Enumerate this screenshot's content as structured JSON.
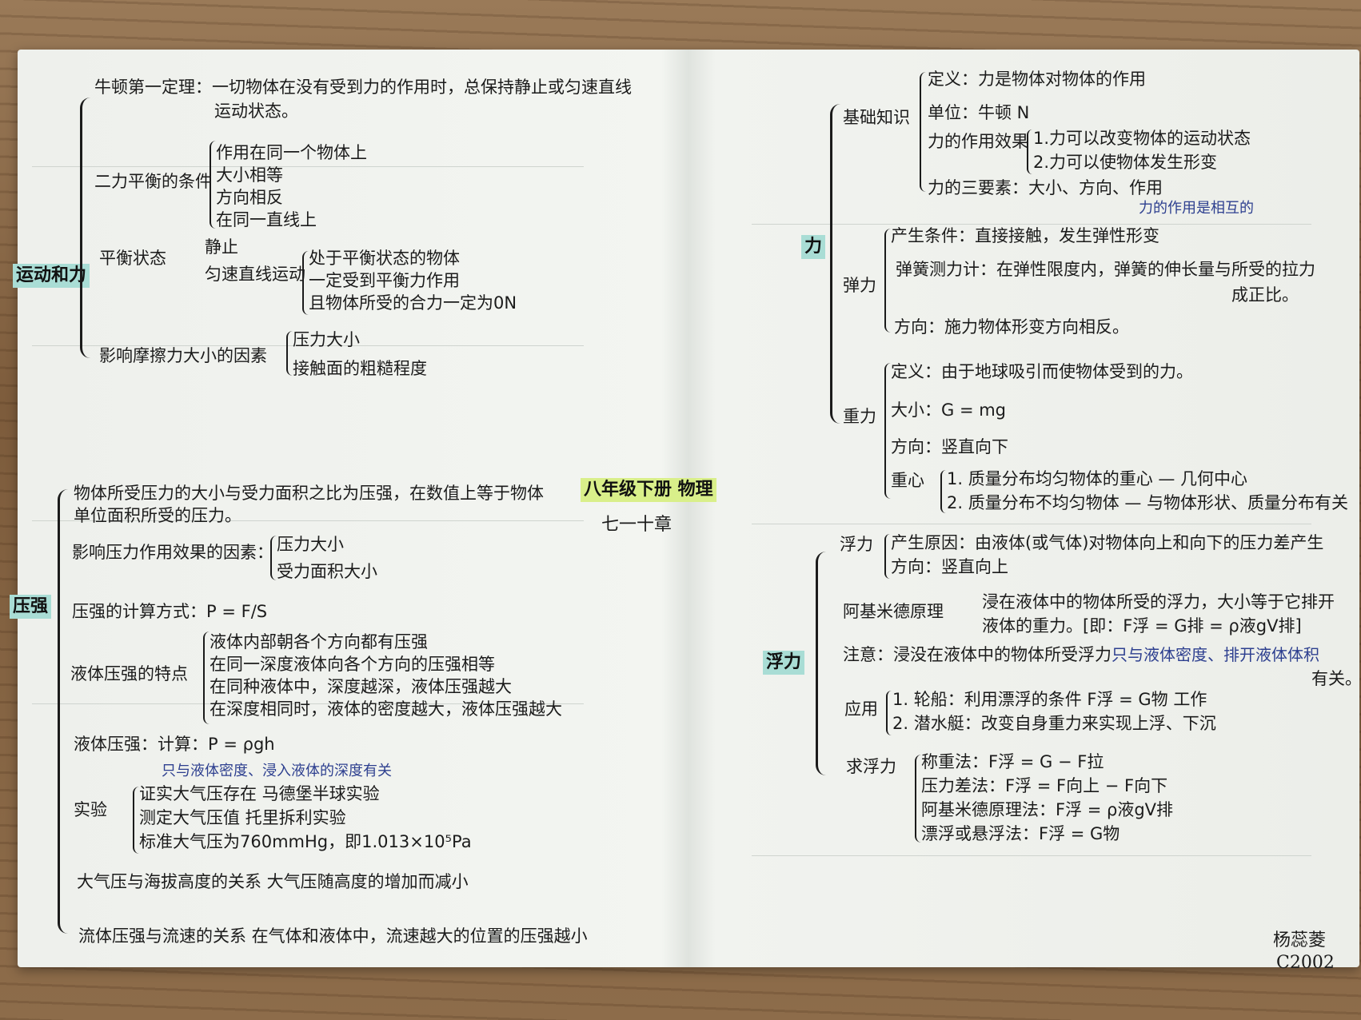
{
  "center": {
    "title": "八年级下册 物理",
    "chapters": "七一十章"
  },
  "motion": {
    "root": "运动和力",
    "newton": "牛顿第一定理：一切物体在没有受到力的作用时，总保持静止或匀速直线",
    "newton_cont": "运动状态。",
    "balance_label": "二力平衡的条件",
    "balance_items": [
      "作用在同一个物体上",
      "大小相等",
      "方向相反",
      "在同一直线上"
    ],
    "state_label": "平衡状态",
    "state_static": "静止",
    "state_uniform": "匀速直线运动",
    "state_items": [
      "处于平衡状态的物体",
      "一定受到平衡力作用",
      "且物体所受的合力一定为0N"
    ],
    "friction_label": "影响摩擦力大小的因素",
    "friction_items": [
      "压力大小",
      "接触面的粗糙程度"
    ]
  },
  "pressure": {
    "root": "压强",
    "def1": "物体所受压力的大小与受力面积之比为压强，在数值上等于物体",
    "def2": "单位面积所受的压力。",
    "effect_label": "影响压力作用效果的因素：",
    "effect_items": [
      "压力大小",
      "受力面积大小"
    ],
    "formula": "压强的计算方式：P = F/S",
    "liquid_label": "液体压强的特点",
    "liquid_items": [
      "液体内部朝各个方向都有压强",
      "在同一深度液体向各个方向的压强相等",
      "在同种液体中，深度越深，液体压强越大",
      "在深度相同时，液体的密度越大，液体压强越大"
    ],
    "liquid_calc": "液体压强：计算：P = ρgh",
    "liquid_note": "只与液体密度、浸入液体的深度有关",
    "exp_label": "实验",
    "exp_items": [
      "证实大气压存在    马德堡半球实验",
      "测定大气压值      托里拆利实验",
      "标准大气压为760mmHg，即1.013×10⁵Pa"
    ],
    "altitude": "大气压与海拔高度的关系    大气压随高度的增加而减小",
    "flow": "流体压强与流速的关系    在气体和液体中，流速越大的位置的压强越小"
  },
  "force": {
    "root": "力",
    "basic_label": "基础知识",
    "basic_def": "定义：力是物体对物体的作用",
    "basic_unit": "单位：牛顿 N",
    "effect_label": "力的作用效果",
    "effect_items": [
      "1.力可以改变物体的运动状态",
      "2.力可以使物体发生形变"
    ],
    "three": "力的三要素：大小、方向、作用",
    "mutual_note": "力的作用是相互的",
    "elastic_label": "弹力",
    "elastic_cond": "产生条件：直接接触，发生弹性形变",
    "spring1": "弹簧测力计：在弹性限度内，弹簧的伸长量与所受的拉力",
    "spring2": "成正比。",
    "elastic_dir": "方向：施力物体形变方向相反。",
    "gravity_label": "重力",
    "gravity_def": "定义：由于地球吸引而使物体受到的力。",
    "gravity_size": "大小：G = mg",
    "gravity_dir": "方向：竖直向下",
    "center_label": "重心",
    "center_items": [
      "1. 质量分布均匀物体的重心 — 几何中心",
      "2. 质量分布不均匀物体 — 与物体形状、质量分布有关"
    ]
  },
  "buoyancy": {
    "root": "浮力",
    "float_label": "浮力",
    "float_cause": "产生原因：由液体(或气体)对物体向上和向下的压力差产生",
    "float_dir": "方向：竖直向上",
    "arch_label": "阿基米德原理",
    "arch1": "浸在液体中的物体所受的浮力，大小等于它排开",
    "arch2": "液体的重力。[即：F浮 = G排 = ρ液gV排]",
    "note_prefix": "注意：浸没在液体中的物体所受浮力",
    "note_blue": "只与液体密度、排开液体体积",
    "note_end": "有关。",
    "app_label": "应用",
    "app_items": [
      "1. 轮船：利用漂浮的条件 F浮 = G物 工作",
      "2. 潜水艇：改变自身重力来实现上浮、下沉"
    ],
    "calc_label": "求浮力",
    "calc_items": [
      "称重法：F浮 = G − F拉",
      "压力差法：F浮 = F向上 − F向下",
      "阿基米德原理法：F浮 = ρ液gV排",
      "漂浮或悬浮法：F浮 = G物"
    ]
  },
  "signature": {
    "name": "杨蕊菱",
    "code": "C2002"
  }
}
